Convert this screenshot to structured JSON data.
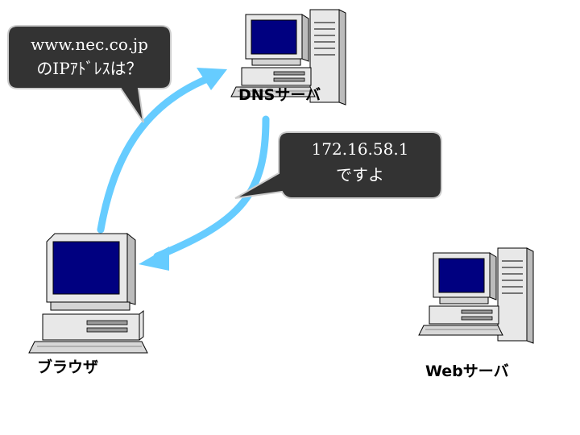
{
  "nodes": {
    "dns_server": {
      "label": "DNSサーバ",
      "icon": "server-computer-icon"
    },
    "browser": {
      "label": "ブラウザ",
      "icon": "desktop-computer-icon"
    },
    "web_server": {
      "label": "Webサーバ",
      "icon": "server-computer-icon"
    }
  },
  "bubbles": {
    "query": {
      "line1": "www.nec.co.jp",
      "line2": "のIPｱﾄﾞﾚｽは？"
    },
    "answer": {
      "line1": "172.16.58.1",
      "line2": "ですよ"
    }
  },
  "colors": {
    "arrow": "#66ccff",
    "bubble_fill": "#333333",
    "bubble_stroke": "#cccccc",
    "screen": "#000080"
  }
}
